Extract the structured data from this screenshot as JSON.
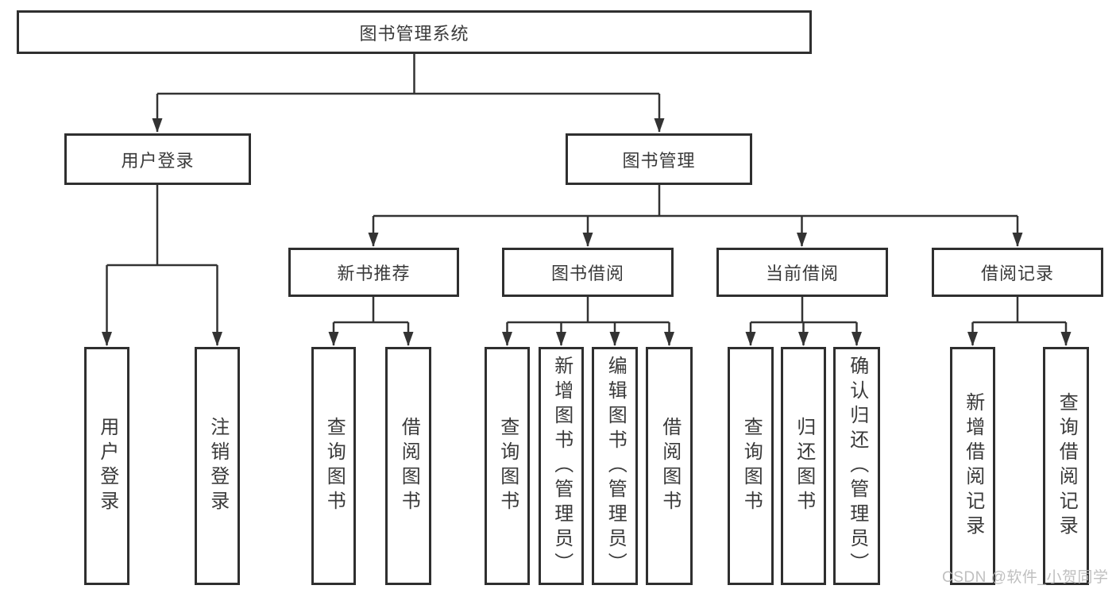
{
  "tree": {
    "root": "图书管理系统",
    "branches": [
      {
        "label": "用户登录",
        "children": [
          "用户登录",
          "注销登录"
        ]
      },
      {
        "label": "图书管理",
        "children": [
          {
            "label": "新书推荐",
            "children": [
              "查询图书",
              "借阅图书"
            ]
          },
          {
            "label": "图书借阅",
            "children": [
              "查询图书",
              "新增图书（管理员）",
              "编辑图书（管理员）",
              "借阅图书"
            ]
          },
          {
            "label": "当前借阅",
            "children": [
              "查询图书",
              "归还图书",
              "确认归还（管理员）"
            ]
          },
          {
            "label": "借阅记录",
            "children": [
              "新增借阅记录",
              "查询借阅记录"
            ]
          }
        ]
      }
    ]
  },
  "watermark": {
    "text": "CSDN @软件_小贺同学"
  },
  "colors": {
    "line": "#333333",
    "box_border": "#2f2f2f",
    "text": "#3a3a3a",
    "watermark": "#b9b9b9",
    "background": "#ffffff"
  }
}
